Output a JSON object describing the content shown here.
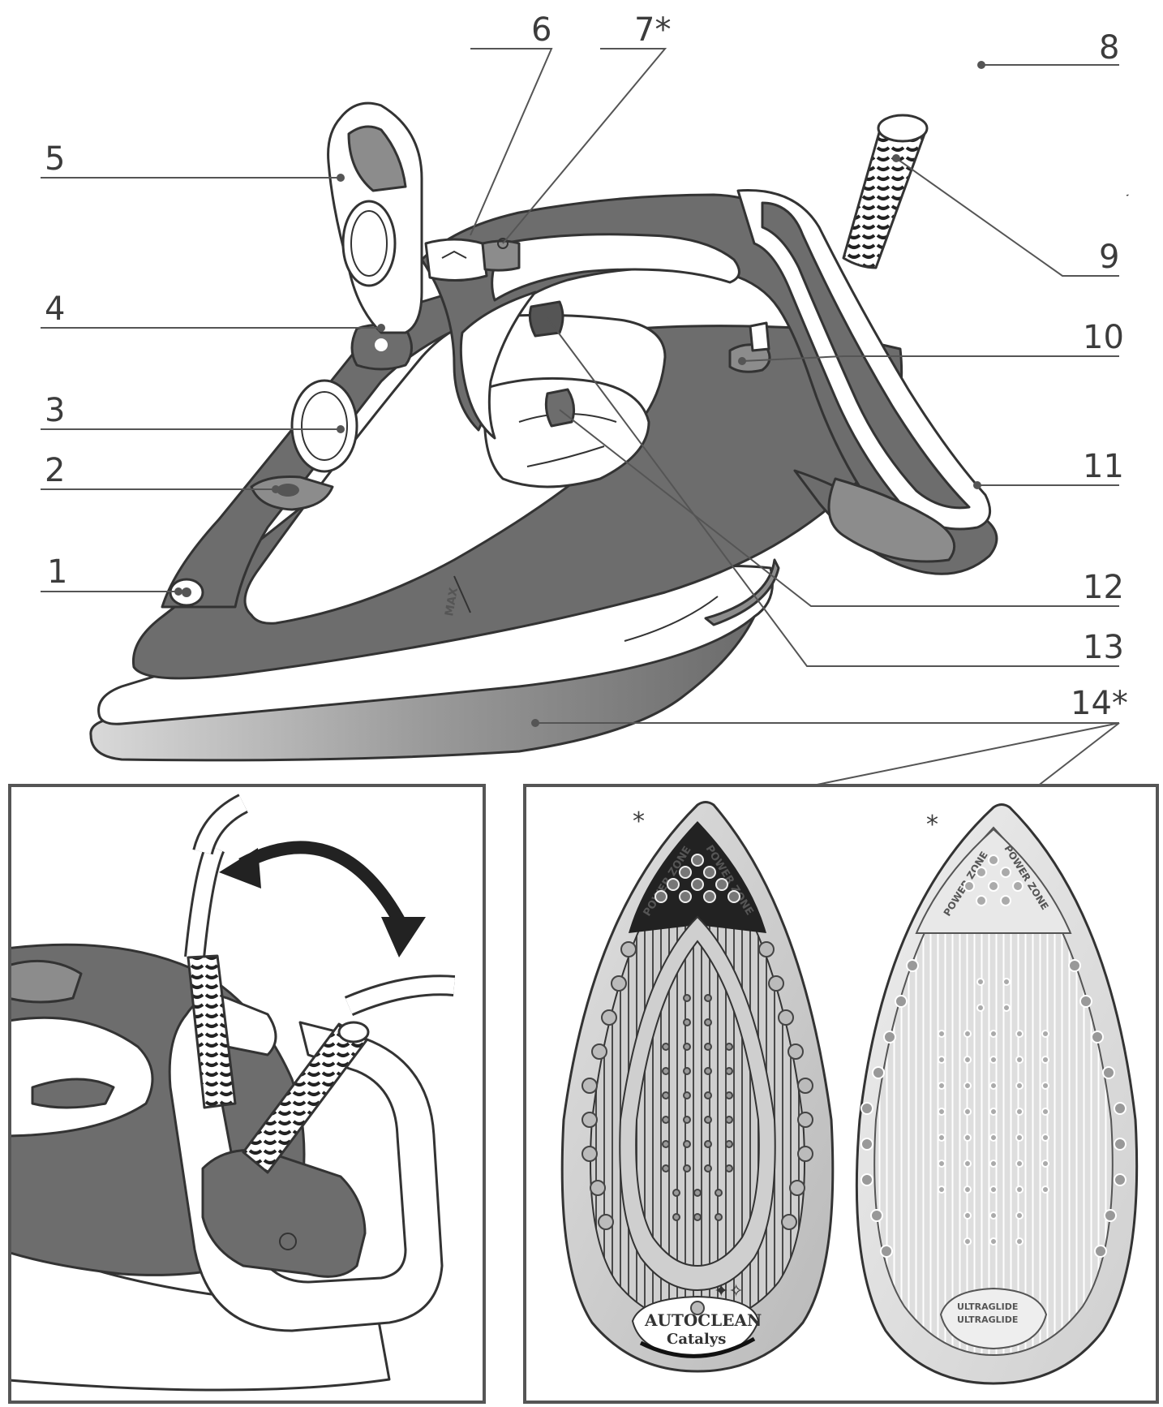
{
  "callouts": {
    "c1": "1",
    "c2": "2",
    "c3": "3",
    "c4": "4",
    "c5": "5",
    "c6": "6",
    "c7": "7*",
    "c8": "8",
    "c9": "9",
    "c10": "10",
    "c11": "11",
    "c12": "12",
    "c13": "13",
    "c14": "14*"
  },
  "soleplates": {
    "asterisk": "*",
    "power_zone": "POWER ZONE",
    "left_brand_line1": "AUTOCLEAN",
    "left_brand_line2": "Catalys",
    "right_brand_line1": "ULTRAGLIDE",
    "right_brand_line2": "ULTRAGLIDE",
    "iron_max_mark": "MAX"
  },
  "colors": {
    "body_dark": "#6d6d6d",
    "body_mid": "#8c8c8c",
    "light": "#d2d2d2",
    "outline": "#333333"
  }
}
